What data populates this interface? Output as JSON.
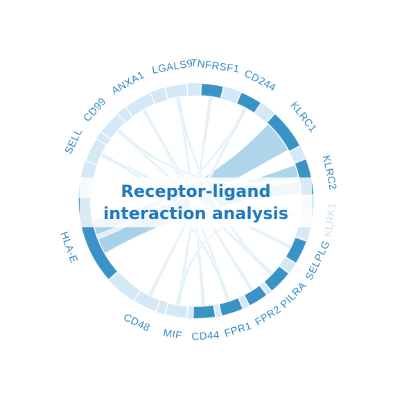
{
  "title": "Receptor-ligand\ninteraction analysis",
  "colors": {
    "dark_arc": "#3a93c6",
    "light_arc": "#d4e9f5",
    "dark_ribbon": "#a6d0e8",
    "light_ribbon": "#e3f0f8",
    "label": "#2f86c1",
    "title": "#1e78bd"
  },
  "genes": [
    {
      "name": "LGALS9",
      "angle": -100,
      "span": 11,
      "shade": "light"
    },
    {
      "name": "TNFRSF1",
      "angle": -82,
      "span": 11,
      "shade": "dark"
    },
    {
      "name": "CD244",
      "angle": -62,
      "span": 11,
      "shade": "dark"
    },
    {
      "name": "KLRC1",
      "angle": -38,
      "span": 20,
      "shade": "dark"
    },
    {
      "name": "KLRC2",
      "angle": -12,
      "span": 18,
      "shade": "dark"
    },
    {
      "name": "KLRK1",
      "angle": 8,
      "span": 8,
      "shade": "light"
    },
    {
      "name": "SELPLG",
      "angle": 26,
      "span": 12,
      "shade": "dark"
    },
    {
      "name": "PILRA",
      "angle": 44,
      "span": 12,
      "shade": "dark"
    },
    {
      "name": "FPR2",
      "angle": 58,
      "span": 10,
      "shade": "dark"
    },
    {
      "name": "FPR1",
      "angle": 72,
      "span": 11,
      "shade": "dark"
    },
    {
      "name": "CD44",
      "angle": 86,
      "span": 11,
      "shade": "dark"
    },
    {
      "name": "MIF",
      "angle": 100,
      "span": 11,
      "shade": "light"
    },
    {
      "name": "CD48",
      "angle": 116,
      "span": 12,
      "shade": "light"
    },
    {
      "name": "HLA-E",
      "angle": 160,
      "span": 44,
      "shade": "dark"
    },
    {
      "name": "SELL",
      "angle": -154,
      "span": 12,
      "shade": "light"
    },
    {
      "name": "CD99",
      "angle": -138,
      "span": 12,
      "shade": "light"
    },
    {
      "name": "ANXA1",
      "angle": -120,
      "span": 14,
      "shade": "light"
    }
  ],
  "links": [
    {
      "source": "HLA-E",
      "target": "KLRC1",
      "strength": "strong"
    },
    {
      "source": "HLA-E",
      "target": "KLRC2",
      "strength": "strong"
    },
    {
      "source": "HLA-E",
      "target": "CD244",
      "strength": "weak"
    },
    {
      "source": "LGALS9",
      "target": "CD44",
      "strength": "weak"
    },
    {
      "source": "LGALS9",
      "target": "PILRA",
      "strength": "weak"
    },
    {
      "source": "ANXA1",
      "target": "FPR1",
      "strength": "weak"
    },
    {
      "source": "ANXA1",
      "target": "FPR2",
      "strength": "weak"
    },
    {
      "source": "MIF",
      "target": "TNFRSF1",
      "strength": "weak"
    },
    {
      "source": "MIF",
      "target": "KLRK1",
      "strength": "weak"
    },
    {
      "source": "CD48",
      "target": "CD244",
      "strength": "weak"
    },
    {
      "source": "SELL",
      "target": "SELPLG",
      "strength": "weak"
    },
    {
      "source": "CD99",
      "target": "PILRA",
      "strength": "weak"
    },
    {
      "source": "CD99",
      "target": "KLRC2",
      "strength": "weak"
    },
    {
      "source": "SELL",
      "target": "FPR1",
      "strength": "weak"
    }
  ]
}
